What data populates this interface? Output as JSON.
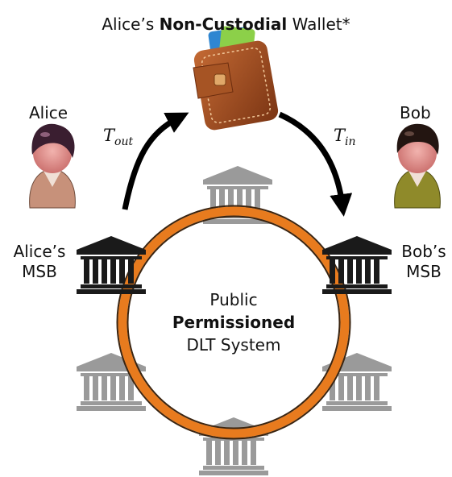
{
  "title": {
    "prefix": "Alice’s ",
    "bold": "Non-Custodial",
    "suffix": " Wallet*"
  },
  "alice": {
    "name": "Alice",
    "msb_line1": "Alice’s",
    "msb_line2": "MSB"
  },
  "bob": {
    "name": "Bob",
    "msb_line1": "Bob’s",
    "msb_line2": "MSB"
  },
  "transactions": {
    "out": {
      "symbol": "T",
      "subscript": "out"
    },
    "in": {
      "symbol": "T",
      "subscript": "in"
    }
  },
  "dlt": {
    "line1": "Public",
    "line2": "Permissioned",
    "line3": "DLT System"
  },
  "colors": {
    "ring": "#e87b1e",
    "arrow": "#000000",
    "msb_active": "#1a1a1a",
    "msb_inactive": "#9a9a9a",
    "wallet": "#9b4a1c",
    "alice_shirt": "#c7917a",
    "bob_shirt": "#8f8a2a"
  }
}
